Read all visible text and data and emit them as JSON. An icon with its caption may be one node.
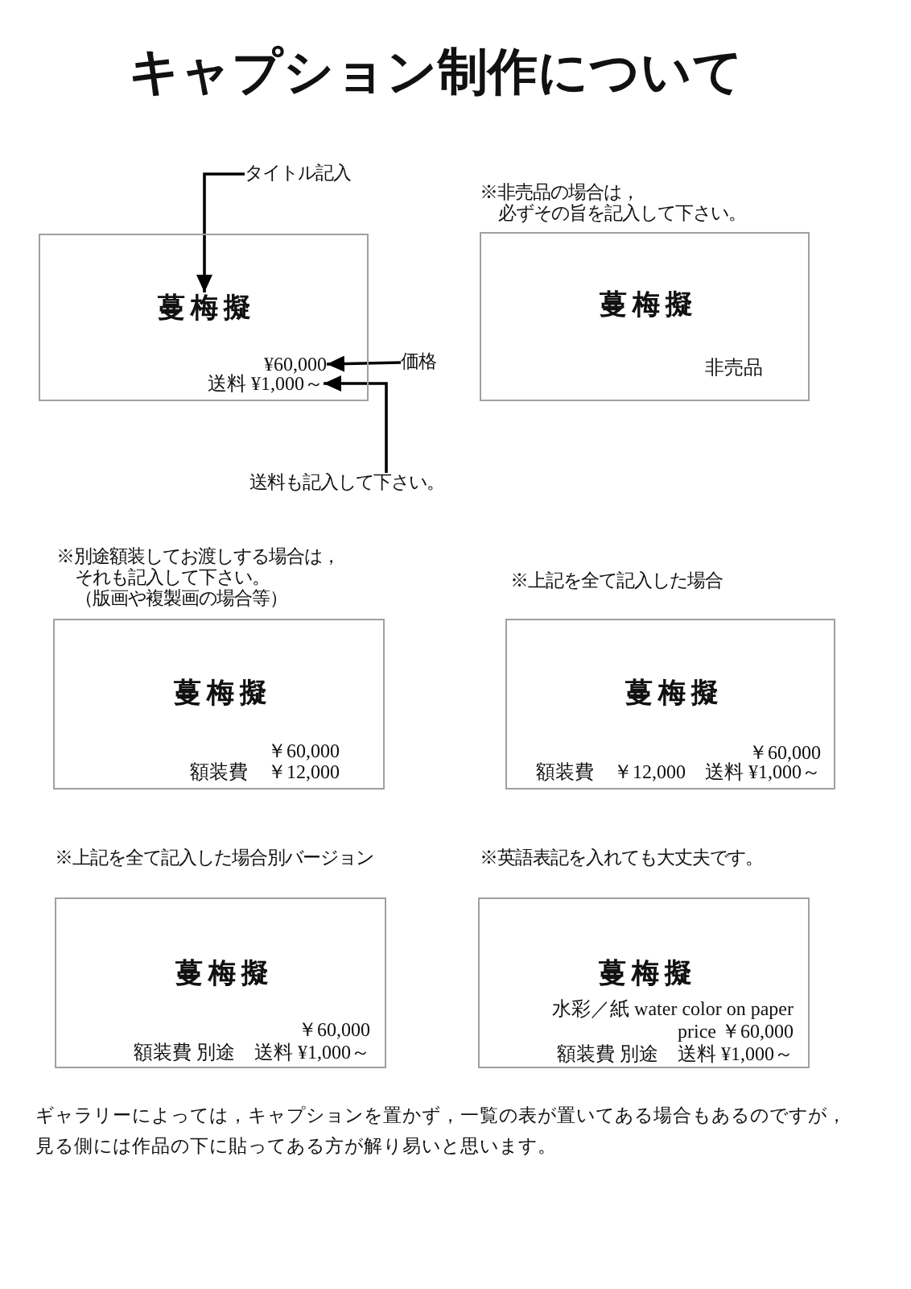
{
  "diagram": {
    "title": "キャプション制作について",
    "nodes": [
      {
        "text": [],
        "shape": "box"
      },
      {
        "text": [
          "蔓梅擬"
        ],
        "in": 0
      },
      {
        "text": [
          "¥60,000"
        ],
        "in": 0
      },
      {
        "text": [
          "送料 ¥1,000～"
        ],
        "in": 0
      },
      {
        "text": [
          "タイトル記入"
        ]
      },
      {
        "text": [
          "価格"
        ]
      },
      {
        "text": [
          "送料も記入して下さい。"
        ]
      },
      {
        "text": [
          "蔓梅擬",
          "非売品"
        ],
        "beside": [
          "※非売品の場合は，必ずその旨を記入して下さい。"
        ]
      },
      {
        "text": [
          "蔓梅擬",
          "￥60,000",
          "額装費　￥12,000"
        ],
        "beside": [
          "※別途額装してお渡しする場合は，それも記入して下さい。（版画や複製画の場合等）"
        ]
      },
      {
        "text": [
          "蔓梅擬",
          "￥60,000",
          "額装費　￥12,000　送料 ¥1,000～"
        ],
        "beside": [
          "※上記を全て記入した場合"
        ]
      },
      {
        "text": [
          "蔓梅擬",
          "￥60,000",
          "額装費 別途　送料 ¥1,000～"
        ],
        "beside": [
          "※上記を全て記入した場合別バージョン"
        ]
      },
      {
        "text": [
          "蔓梅擬",
          "水彩／紙 water color on paper",
          "price ￥60,000",
          "額装費 別途　送料 ¥1,000～"
        ],
        "beside": [
          "※英語表記を入れても大丈夫です。"
        ]
      }
    ],
    "edges": [
      {
        "from": 4,
        "to": 1,
        "arrow": "to"
      },
      {
        "from": 5,
        "to": 2,
        "arrow": "to"
      },
      {
        "from": 6,
        "to": 3,
        "arrow": "to"
      }
    ],
    "labels": [
      "ギャラリーによっては，キャプションを置かず，一覧の表が置いてある場合もあるのですが，見る側には作品の下に貼ってある方が解り易いと思います。"
    ]
  }
}
